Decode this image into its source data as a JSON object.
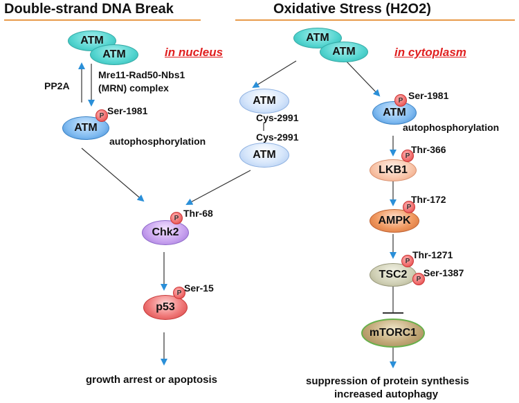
{
  "headings": {
    "left": "Double-strand DNA Break",
    "right": "Oxidative Stress (H2O2)"
  },
  "locations": {
    "nucleus": "in nucleus",
    "cytoplasm": "in cytoplasm"
  },
  "labels": {
    "pp2a": "PP2A",
    "mrn_line1": "Mre11-Rad50-Nbs1",
    "mrn_line2": "(MRN) complex",
    "autophos": "autophosphorylation",
    "cys": "Cys-2991",
    "outcome_left": "growth arrest or apoptosis",
    "outcome_right_1": "suppression of protein synthesis",
    "outcome_right_2": "increased autophagy"
  },
  "nodes": {
    "atm": "ATM",
    "chk2": "Chk2",
    "p53": "p53",
    "lkb1": "LKB1",
    "ampk": "AMPK",
    "tsc2": "TSC2",
    "mtorc1": "mTORC1"
  },
  "sites": {
    "ser1981": "Ser-1981",
    "thr68": "Thr-68",
    "ser15": "Ser-15",
    "thr366": "Thr-366",
    "thr172": "Thr-172",
    "thr1271": "Thr-1271",
    "ser1387": "Ser-1387"
  },
  "phospho": "P",
  "colors": {
    "arrow": "#2a8fd8",
    "line": "#333333",
    "heading_rule": "#e89a4a",
    "location": "#e02020"
  }
}
